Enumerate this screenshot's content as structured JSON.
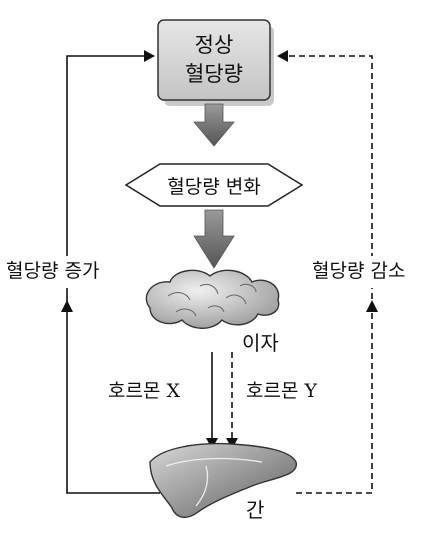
{
  "diagram": {
    "normal_box": {
      "line1": "정상",
      "line2": "혈당량"
    },
    "change_node": "혈당량 변화",
    "left_loop_label": "혈당량 증가",
    "right_loop_label": "혈당량 감소",
    "pancreas_label": "이자",
    "liver_label": "간",
    "hormone_x": {
      "text": "호르몬",
      "letter": "X"
    },
    "hormone_y": {
      "text": "호르몬",
      "letter": "Y"
    }
  }
}
